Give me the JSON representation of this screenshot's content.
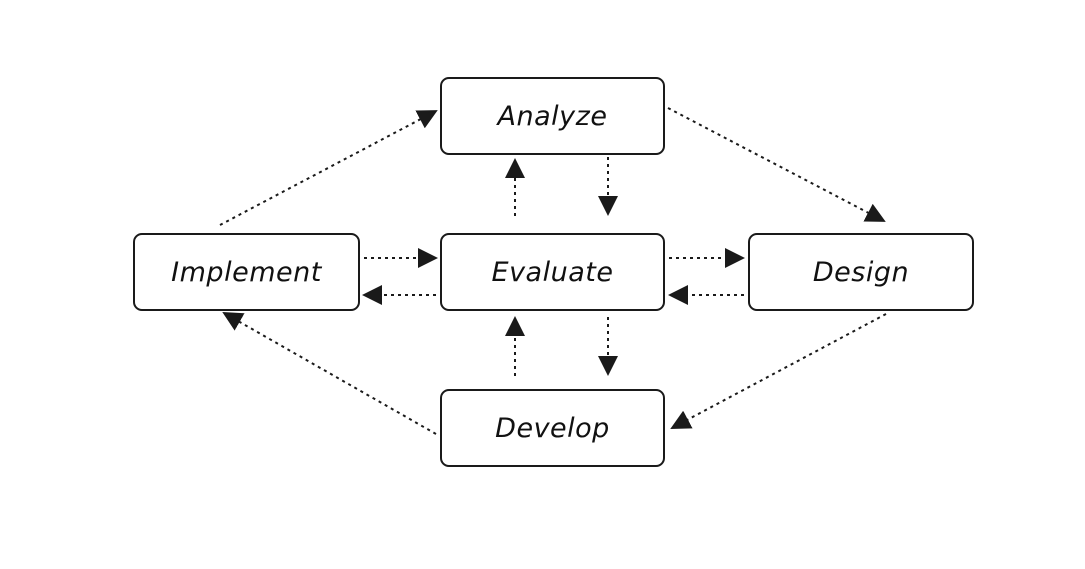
{
  "nodes": {
    "analyze": "Analyze",
    "implement": "Implement",
    "evaluate": "Evaluate",
    "design": "Design",
    "develop": "Develop"
  },
  "edges": [
    {
      "from": "Analyze",
      "to": "Design",
      "style": "dotted"
    },
    {
      "from": "Design",
      "to": "Develop",
      "style": "dotted"
    },
    {
      "from": "Develop",
      "to": "Implement",
      "style": "dotted"
    },
    {
      "from": "Implement",
      "to": "Analyze",
      "style": "dotted"
    },
    {
      "from": "Evaluate",
      "to": "Analyze",
      "style": "dotted"
    },
    {
      "from": "Analyze",
      "to": "Evaluate",
      "style": "dotted"
    },
    {
      "from": "Implement",
      "to": "Evaluate",
      "style": "dotted"
    },
    {
      "from": "Evaluate",
      "to": "Implement",
      "style": "dotted"
    },
    {
      "from": "Evaluate",
      "to": "Design",
      "style": "dotted"
    },
    {
      "from": "Design",
      "to": "Evaluate",
      "style": "dotted"
    },
    {
      "from": "Evaluate",
      "to": "Develop",
      "style": "dotted"
    },
    {
      "from": "Develop",
      "to": "Evaluate",
      "style": "dotted"
    }
  ],
  "colors": {
    "line": "#1a1a1a",
    "text": "#111111",
    "background": "#ffffff"
  }
}
